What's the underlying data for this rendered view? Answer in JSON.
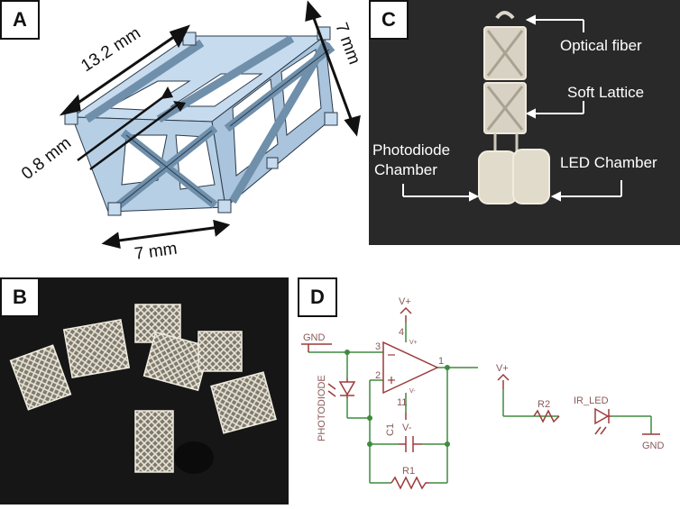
{
  "panels": {
    "a": {
      "label": "A",
      "dims": {
        "length": "13.2 mm",
        "height": "7 mm",
        "width": "7 mm",
        "beam": "0.8 mm"
      }
    },
    "b": {
      "label": "B"
    },
    "c": {
      "label": "C",
      "callouts": {
        "optical_fiber": "Optical fiber",
        "soft_lattice": "Soft Lattice",
        "photodiode_line1": "Photodiode",
        "photodiode_line2": "Chamber",
        "led_chamber": "LED Chamber"
      }
    },
    "d": {
      "label": "D",
      "circuit": {
        "gnd_left": "GND",
        "vplus_top": "V+",
        "vminus": "V-",
        "pin3": "3",
        "pin2": "2",
        "pin1": "1",
        "pin4": "4",
        "pin11": "11",
        "vs_plus": "V+",
        "vs_minus": "V-",
        "photodiode": "PHOTODIODE",
        "c1": "C1",
        "r1": "R1",
        "vplus_right": "V+",
        "r2": "R2",
        "ir_led": "IR_LED",
        "gnd_right": "GND"
      }
    }
  },
  "colors": {
    "lattice_fill": "#a9c4dc",
    "lattice_top": "#c6dbee",
    "lattice_edge": "#2b3a4a",
    "photo_bg_b": "#161616",
    "photo_bg_c": "#242424",
    "circuit_red": "#9b3a3a",
    "circuit_green": "#3e8a3e",
    "circuit_text": "#8a5a5a"
  }
}
